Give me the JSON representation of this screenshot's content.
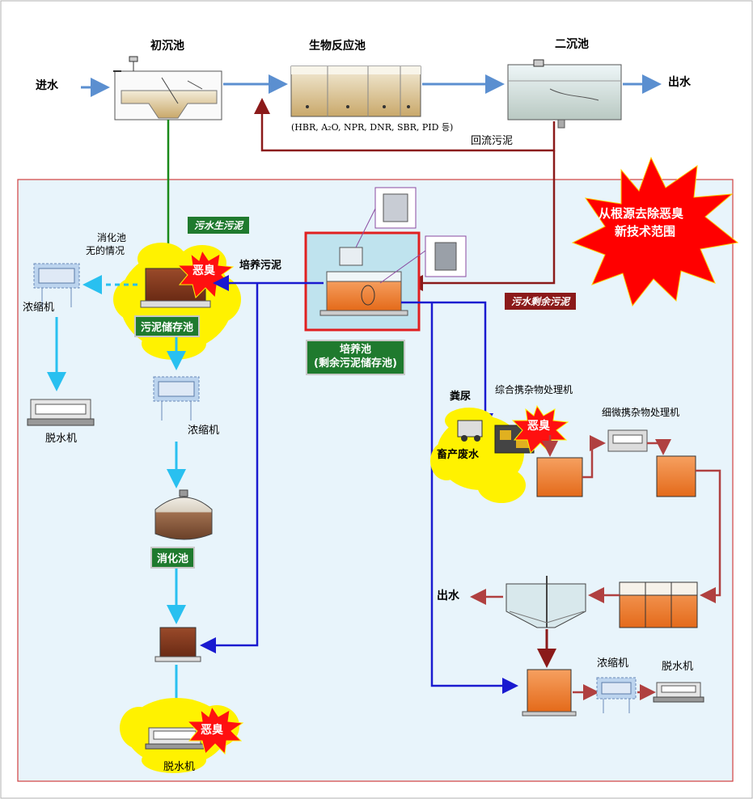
{
  "top": {
    "inflow": "进水",
    "primary_tank": "初沉池",
    "bio_reactor": "生物反应池",
    "bio_reactor_types": "(HBR, A₂O, NPR, DNR, SBR, PID 등)",
    "secondary_tank": "二沉池",
    "outflow": "出水",
    "return_sludge": "回流污泥"
  },
  "scope": {
    "title_line1": "从根源去除恶臭",
    "title_line2": "新技术范围"
  },
  "left": {
    "raw_sludge_tag": "污水生污泥",
    "no_digester_note_line1": "消化池",
    "no_digester_note_line2": "无的情况",
    "thickener_side": "浓缩机",
    "dewater_side": "脱水机",
    "sludge_storage": "污泥储存池",
    "thickener": "浓缩机",
    "digester": "消化池",
    "dewater": "脱水机",
    "odor": "恶臭",
    "culture_sludge": "培养污泥"
  },
  "center": {
    "culture_tank_line1": "培养池",
    "culture_tank_line2": "(剩余污泥储存池)",
    "excess_sludge_tag": "污水剩余污泥"
  },
  "right": {
    "manure": "粪尿",
    "livestock_ww": "畜产废水",
    "combined_processor": "综合携杂物处理机",
    "fine_processor": "细微携杂物处理机",
    "odor": "恶臭",
    "outflow": "出水",
    "thickener": "浓缩机",
    "dewater": "脱水机"
  },
  "colors": {
    "water_flow": "#5b8fd0",
    "return_sludge": "#8b1a1a",
    "raw_sludge": "#1a8a1a",
    "culture_line": "#1a1ad0",
    "sludge_line": "#29c0f0",
    "panel_bg": "#e8f4fb",
    "panel_border": "#d04040",
    "odor_red": "#e01010"
  }
}
